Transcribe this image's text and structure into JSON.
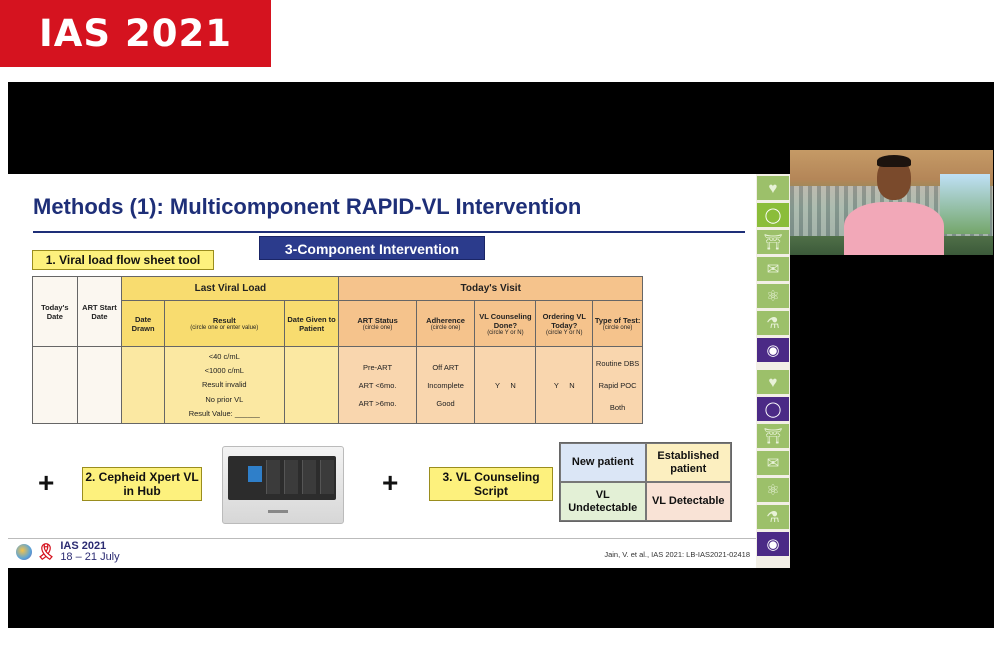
{
  "brand": {
    "label": "IAS 2021"
  },
  "slide": {
    "title": "Methods (1): Multicomponent RAPID-VL Intervention",
    "banner": "3-Component Intervention",
    "tool_label": "1. Viral load flow sheet tool",
    "table": {
      "col_today_date": "Today's Date",
      "col_art_start": "ART Start Date",
      "group_last_vl": "Last Viral Load",
      "group_today_visit": "Today's Visit",
      "sub_date_drawn": "Date Drawn",
      "sub_result": "Result",
      "sub_result_note": "(circle one or enter value)",
      "sub_date_given": "Date Given to Patient",
      "sub_art_status": "ART Status",
      "sub_art_status_note": "(circle one)",
      "sub_adherence": "Adherence",
      "sub_adherence_note": "(circle one)",
      "sub_vl_counseling": "VL Counseling Done?",
      "sub_vl_counseling_note": "(circle Y or N)",
      "sub_ordering_vl": "Ordering VL Today?",
      "sub_ordering_vl_note": "(circle Y or N)",
      "sub_type_test": "Type of Test:",
      "sub_type_test_note": "(circle one)",
      "result_options": [
        "<40 c/mL",
        "<1000 c/mL",
        "Result invalid",
        "No prior VL",
        "Result Value: ______"
      ],
      "art_status_options": [
        "Pre-ART",
        "ART <6mo.",
        "ART >6mo."
      ],
      "adherence_options": [
        "Off ART",
        "Incomplete",
        "Good"
      ],
      "yes_no": [
        "Y",
        "N"
      ],
      "test_options": [
        "Routine DBS",
        "Rapid POC",
        "Both"
      ]
    },
    "plus_sign": "+",
    "cepheid_label": "2. Cepheid Xpert VL in Hub",
    "counseling_label": "3. VL Counseling Script",
    "matrix": {
      "new_patient": "New patient",
      "established_patient": "Established patient",
      "vl_undetectable": "VL Undetectable",
      "vl_detectable": "VL Detectable"
    },
    "footer": {
      "logo_title": "IAS 2021",
      "logo_dates": "18 – 21 July",
      "citation": "Jain, V. et al., IAS 2021: LB-IAS2021-02418"
    }
  },
  "icon_strip": [
    "heart-icon",
    "pill-icon",
    "museum-icon",
    "speech-bubble-icon",
    "atom-icon",
    "microscope-icon",
    "eye-icon",
    "heart-icon",
    "pill-icon",
    "museum-icon",
    "speech-bubble-icon",
    "atom-icon",
    "microscope-icon",
    "eye-icon"
  ],
  "colors": {
    "brand_red": "#d5131f",
    "title_navy": "#1e2f78",
    "callout_yellow": "#fdf17d"
  }
}
